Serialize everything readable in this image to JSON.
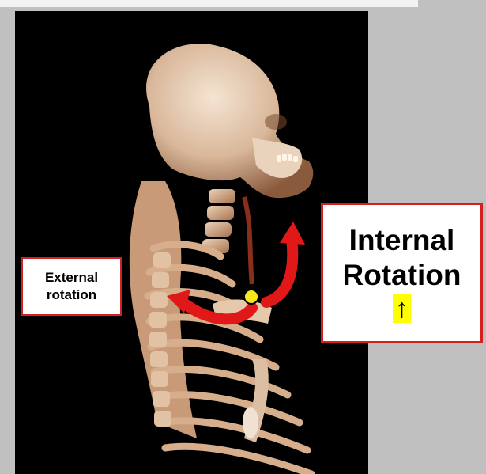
{
  "external_label": {
    "line1": "External",
    "line2": "rotation"
  },
  "internal_label": {
    "line1": "Internal",
    "line2": "Rotation",
    "arrow": "↑"
  },
  "colors": {
    "arrow_red": "#e01818",
    "pivot_yellow": "#f6e81a",
    "label_border": "#d42020",
    "highlight_yellow": "#ffff00",
    "bone": "#d9b79a",
    "background": "#000000"
  },
  "icons": {
    "internal_direction": "up-arrow-icon",
    "external_direction": "curved-arrow-left-icon",
    "pivot": "pivot-point-icon"
  }
}
